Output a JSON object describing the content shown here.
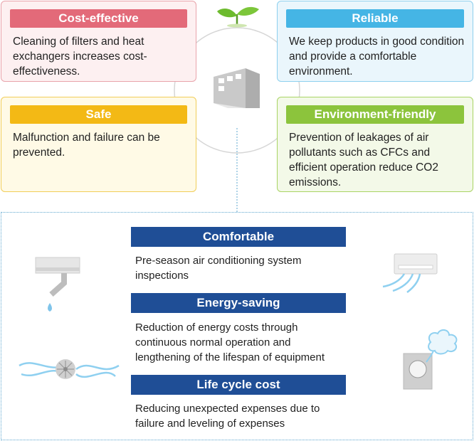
{
  "top_cards": {
    "cost_effective": {
      "title": "Cost-effective",
      "text": "Cleaning of filters and heat exchangers increases cost-effectiveness."
    },
    "reliable": {
      "title": "Reliable",
      "text": "We keep products in good condition and provide a comfortable environment."
    },
    "safe": {
      "title": "Safe",
      "text": "Malfunction and failure can be prevented."
    },
    "environment_friendly": {
      "title": "Environment-friendly",
      "text": "Prevention of leakages of air pollutants such as CFCs and efficient operation reduce CO2 emissions."
    }
  },
  "benefits": {
    "comfortable": {
      "title": "Comfortable",
      "text": "Pre-season air conditioning system inspections"
    },
    "energy_saving": {
      "title": "Energy-saving",
      "text": "Reduction of energy costs through continuous normal operation and lengthening of the lifespan of equipment"
    },
    "life_cycle_cost": {
      "title": "Life cycle cost",
      "text": "Reducing unexpected expenses due to failure and leveling of expenses"
    }
  },
  "colors": {
    "cost_effective": "#e36a79",
    "reliable": "#45b5e5",
    "safe": "#f3b915",
    "environment_friendly": "#8cc43c",
    "benefit_header": "#1f4e96",
    "panel_border": "#5ea7cf"
  },
  "icons": [
    "sprout-icon",
    "building-icon",
    "leaking-ac-icon",
    "fan-icon",
    "wall-ac-icon",
    "co2-cloud-icon"
  ]
}
